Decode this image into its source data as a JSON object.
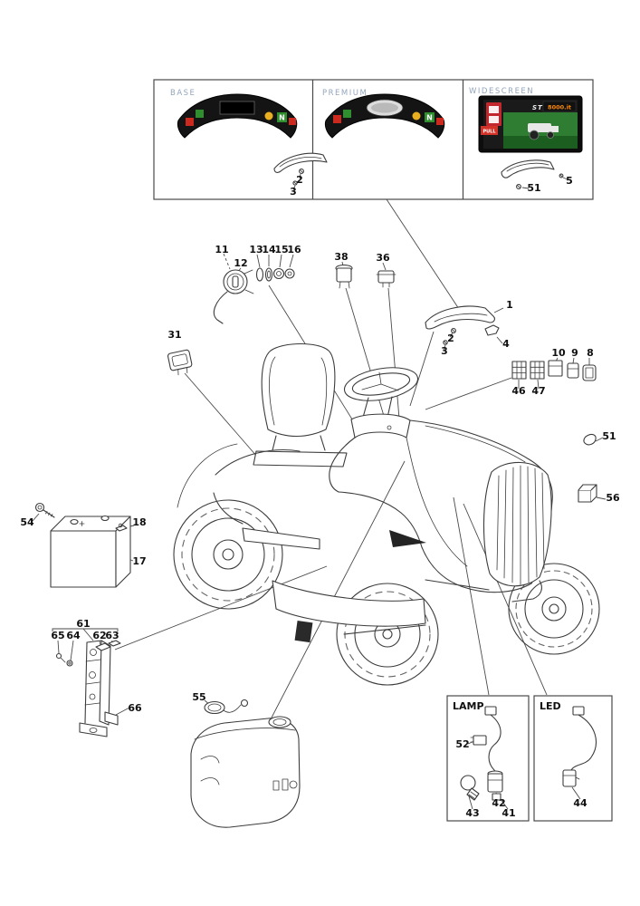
{
  "variant_box": {
    "base_label": "BASE",
    "premium_label": "PREMIUM",
    "widescreen_label": "WIDESCREEN",
    "gear_indicator": "N",
    "widescreen_display": {
      "brand": "STIGA",
      "model_text": "8000.it",
      "pull_tag": "PULL"
    }
  },
  "inset_boxes": {
    "lamp_label": "LAMP",
    "led_label": "LED"
  },
  "callouts": {
    "top2": "2",
    "top3": "3",
    "top51": "51",
    "top5": "5",
    "c1": "1",
    "c2": "2",
    "c3": "3",
    "c4": "4",
    "c8": "8",
    "c9": "9",
    "c10": "10",
    "c11": "11",
    "c12": "12",
    "c13": "13",
    "c14": "14",
    "c15": "15",
    "c16": "16",
    "c17": "17",
    "c18": "18",
    "c31": "31",
    "c36": "36",
    "c38": "38",
    "c41": "41",
    "c42": "42",
    "c43": "43",
    "c44": "44",
    "c46": "46",
    "c47": "47",
    "c51": "51",
    "c52": "52",
    "c54": "54",
    "c55": "55",
    "c56": "56",
    "c61": "61",
    "c62": "62",
    "c63": "63",
    "c64": "64",
    "c65": "65",
    "c66": "66"
  },
  "colors": {
    "line": "#3c3c3c",
    "panel_label": "#94a6bc",
    "indicator_red": "#cc2a1f",
    "indicator_green": "#2f8f2f",
    "indicator_amber": "#e8b020",
    "screen_orange": "#ff8a00",
    "screen_green": "#2e7d32"
  }
}
